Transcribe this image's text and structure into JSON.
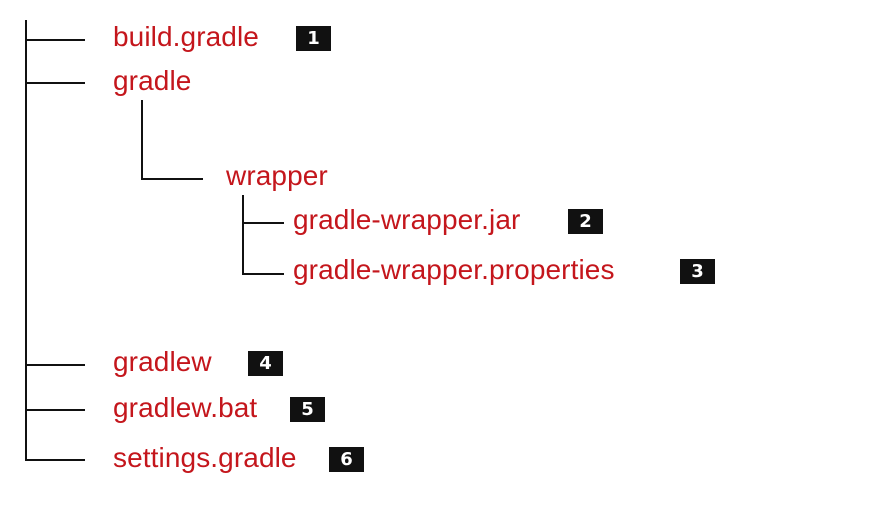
{
  "colors": {
    "label": "#c4161c",
    "line": "#111111",
    "badge_bg": "#111111",
    "badge_text": "#ffffff"
  },
  "tree": {
    "root_files": {
      "build_gradle": {
        "name": "build.gradle",
        "badge": "1"
      }
    },
    "gradle_dir": {
      "name": "gradle",
      "wrapper": {
        "name": "wrapper",
        "jar": {
          "name": "gradle-wrapper.jar",
          "badge": "2"
        },
        "properties": {
          "name": "gradle-wrapper.properties",
          "badge": "3"
        }
      }
    },
    "gradlew": {
      "name": "gradlew",
      "badge": "4"
    },
    "gradlew_bat": {
      "name": "gradlew.bat",
      "badge": "5"
    },
    "settings_gradle": {
      "name": "settings.gradle",
      "badge": "6"
    }
  }
}
